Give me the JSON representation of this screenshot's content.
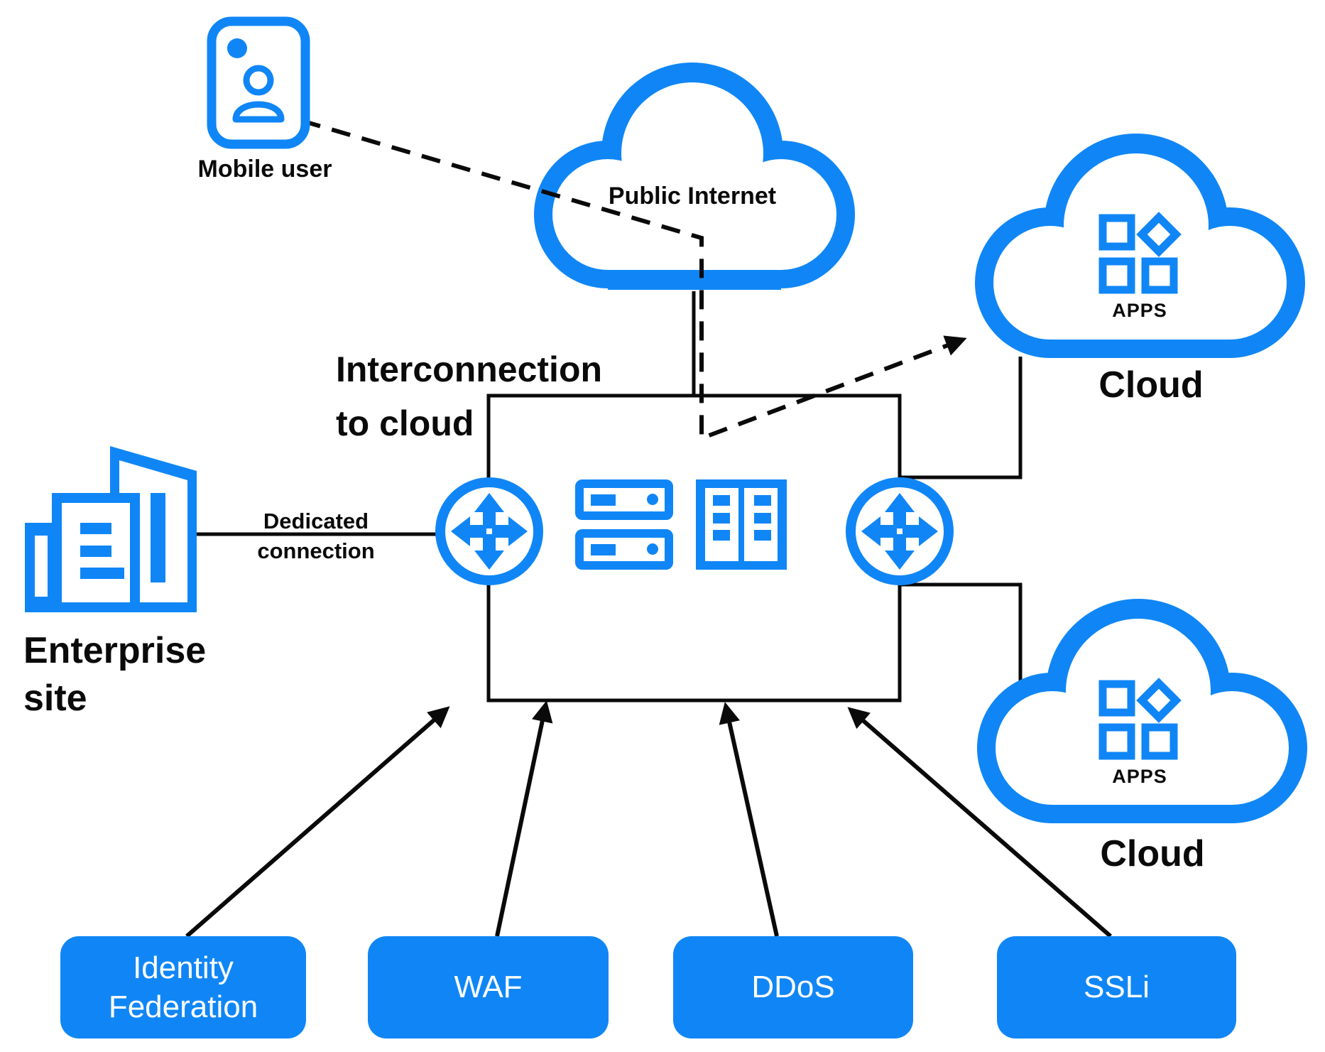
{
  "colors": {
    "accent": "#1086F6",
    "ink": "#0A0A0A",
    "background": "#FFFFFF",
    "button_text": "#FFFFFF"
  },
  "nodes": {
    "mobile_user": {
      "label": "Mobile user",
      "icon": "mobile-user-icon"
    },
    "public_internet": {
      "label": "Public Internet",
      "icon": "cloud-icon"
    },
    "cloud_top": {
      "label": "Cloud",
      "apps_label": "APPS",
      "icon": "cloud-icon"
    },
    "cloud_bottom": {
      "label": "Cloud",
      "apps_label": "APPS",
      "icon": "cloud-icon"
    },
    "enterprise_site": {
      "label_line1": "Enterprise",
      "label_line2": "site",
      "icon": "enterprise-building-icon"
    },
    "interconnection_box": {
      "label_line1": "Interconnection",
      "label_line2": "to cloud",
      "icons": [
        "router-icon",
        "server-stack-icon",
        "server-rack-icon",
        "router-icon"
      ]
    }
  },
  "links": {
    "dedicated_connection": {
      "label_line1": "Dedicated",
      "label_line2": "connection"
    }
  },
  "services": [
    {
      "lines": [
        "Identity",
        "Federation"
      ]
    },
    {
      "lines": [
        "WAF"
      ]
    },
    {
      "lines": [
        "DDoS"
      ]
    },
    {
      "lines": [
        "SSLi"
      ]
    }
  ]
}
